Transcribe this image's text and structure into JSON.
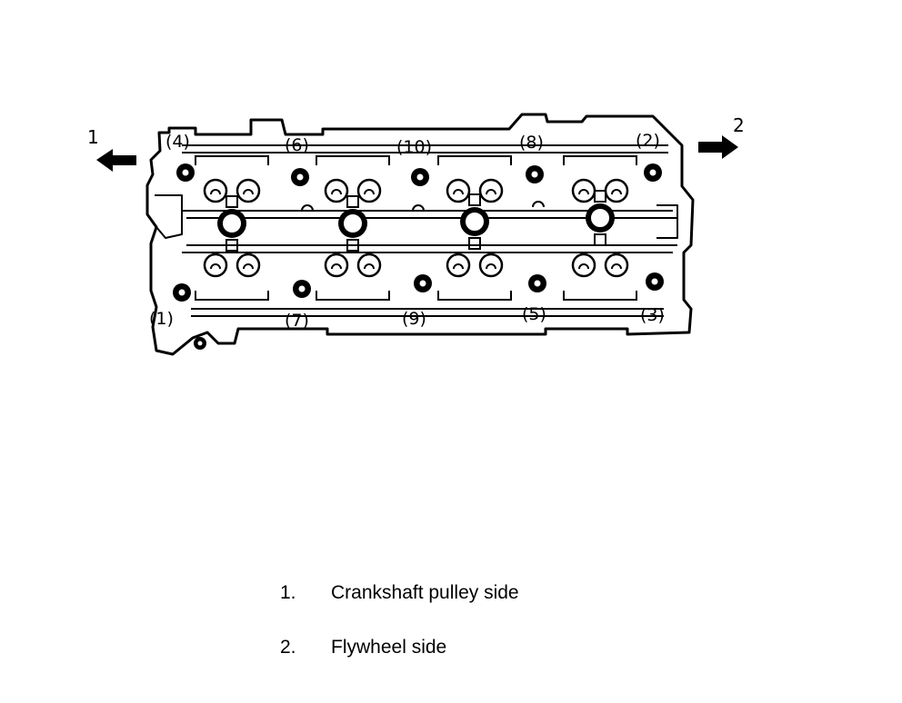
{
  "callouts": {
    "left_arrow": "1",
    "right_arrow": "2"
  },
  "bolt_sequence": {
    "top_row": [
      "(4)",
      "(6)",
      "(10)",
      "(8)",
      "(2)"
    ],
    "bottom_row": [
      "(1)",
      "(7)",
      "(9)",
      "(5)",
      "(3)"
    ]
  },
  "legend": [
    {
      "num": "1.",
      "text": "Crankshaft pulley side"
    },
    {
      "num": "2.",
      "text": "Flywheel side"
    }
  ]
}
